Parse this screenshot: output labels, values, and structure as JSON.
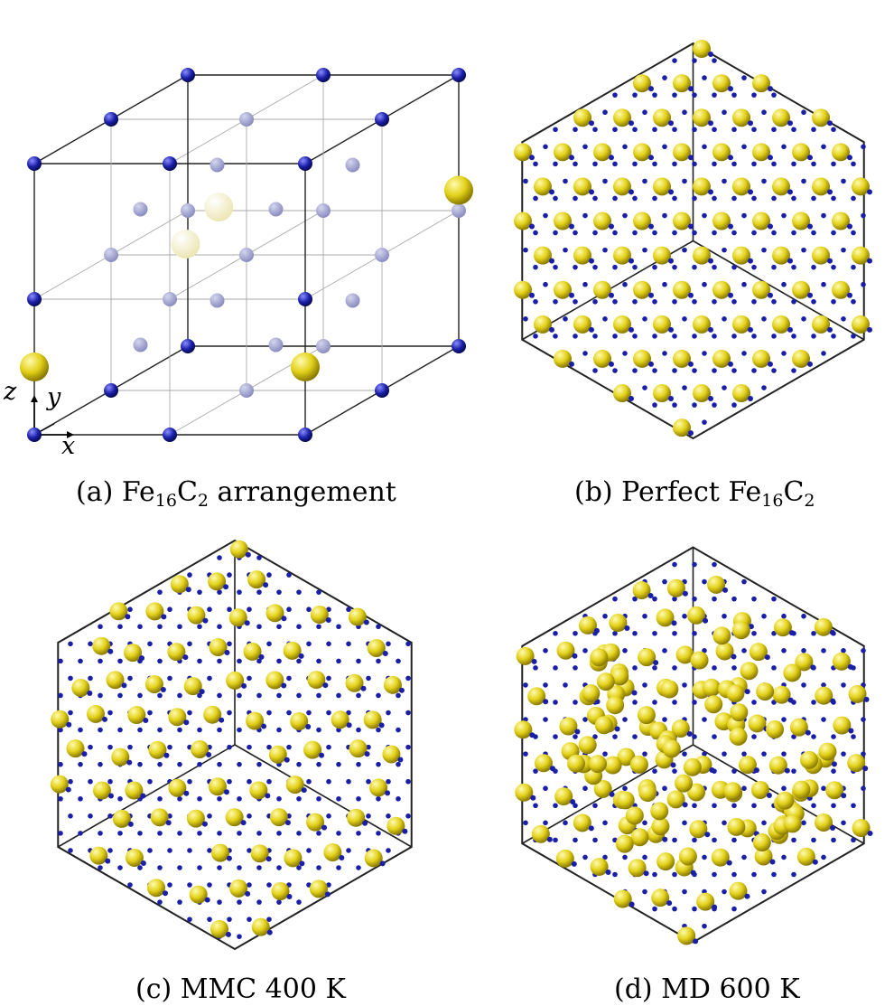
{
  "figure": {
    "panels": [
      {
        "id": "a",
        "caption_prefix": "(a) Fe",
        "caption_sub1": "16",
        "caption_mid": "C",
        "caption_sub2": "2",
        "caption_suffix": " arrangement",
        "axes": {
          "x": "x",
          "y": "y",
          "z": "z"
        }
      },
      {
        "id": "b",
        "caption_prefix": "(b) Perfect Fe",
        "caption_sub1": "16",
        "caption_mid": "C",
        "caption_sub2": "2",
        "caption_suffix": ""
      },
      {
        "id": "c",
        "caption": "(c) MMC 400 K"
      },
      {
        "id": "d",
        "caption": "(d) MD 600 K"
      }
    ],
    "colors": {
      "fe_atom": "#1a1fa8",
      "fe_atom_faded": "#8a8cc0",
      "c_atom": "#e3d11a",
      "c_atom_faded": "#ece6b4",
      "edge": "#222222",
      "grid_line": "#aaaaaa"
    }
  }
}
